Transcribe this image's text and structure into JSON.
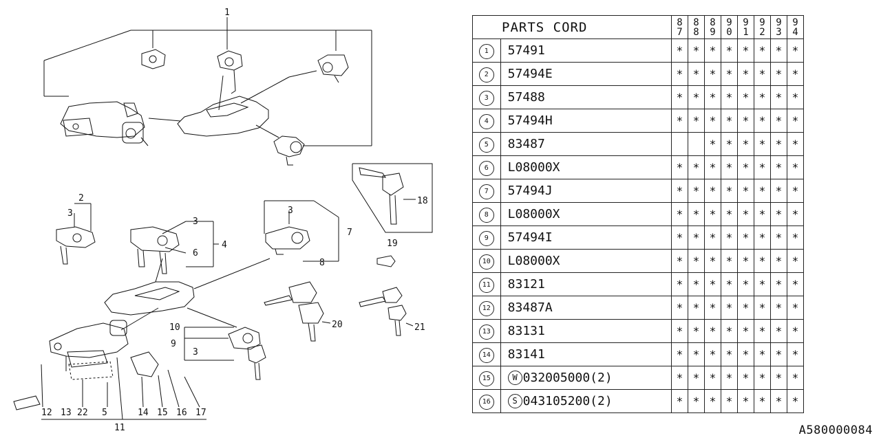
{
  "table": {
    "title": "PARTS CORD",
    "years": [
      [
        "8",
        "7"
      ],
      [
        "8",
        "8"
      ],
      [
        "8",
        "9"
      ],
      [
        "9",
        "0"
      ],
      [
        "9",
        "1"
      ],
      [
        "9",
        "2"
      ],
      [
        "9",
        "3"
      ],
      [
        "9",
        "4"
      ]
    ],
    "rows": [
      {
        "no": "1",
        "prefix": "",
        "part": "57491",
        "marks": [
          "*",
          "*",
          "*",
          "*",
          "*",
          "*",
          "*",
          "*"
        ]
      },
      {
        "no": "2",
        "prefix": "",
        "part": "57494E",
        "marks": [
          "*",
          "*",
          "*",
          "*",
          "*",
          "*",
          "*",
          "*"
        ]
      },
      {
        "no": "3",
        "prefix": "",
        "part": "57488",
        "marks": [
          "*",
          "*",
          "*",
          "*",
          "*",
          "*",
          "*",
          "*"
        ]
      },
      {
        "no": "4",
        "prefix": "",
        "part": "57494H",
        "marks": [
          "*",
          "*",
          "*",
          "*",
          "*",
          "*",
          "*",
          "*"
        ]
      },
      {
        "no": "5",
        "prefix": "",
        "part": "83487",
        "marks": [
          "",
          "",
          "*",
          "*",
          "*",
          "*",
          "*",
          "*"
        ]
      },
      {
        "no": "6",
        "prefix": "",
        "part": "L08000X",
        "marks": [
          "*",
          "*",
          "*",
          "*",
          "*",
          "*",
          "*",
          "*"
        ]
      },
      {
        "no": "7",
        "prefix": "",
        "part": "57494J",
        "marks": [
          "*",
          "*",
          "*",
          "*",
          "*",
          "*",
          "*",
          "*"
        ]
      },
      {
        "no": "8",
        "prefix": "",
        "part": "L08000X",
        "marks": [
          "*",
          "*",
          "*",
          "*",
          "*",
          "*",
          "*",
          "*"
        ]
      },
      {
        "no": "9",
        "prefix": "",
        "part": "57494I",
        "marks": [
          "*",
          "*",
          "*",
          "*",
          "*",
          "*",
          "*",
          "*"
        ]
      },
      {
        "no": "10",
        "prefix": "",
        "part": "L08000X",
        "marks": [
          "*",
          "*",
          "*",
          "*",
          "*",
          "*",
          "*",
          "*"
        ]
      },
      {
        "no": "11",
        "prefix": "",
        "part": "83121",
        "marks": [
          "*",
          "*",
          "*",
          "*",
          "*",
          "*",
          "*",
          "*"
        ]
      },
      {
        "no": "12",
        "prefix": "",
        "part": "83487A",
        "marks": [
          "*",
          "*",
          "*",
          "*",
          "*",
          "*",
          "*",
          "*"
        ]
      },
      {
        "no": "13",
        "prefix": "",
        "part": "83131",
        "marks": [
          "*",
          "*",
          "*",
          "*",
          "*",
          "*",
          "*",
          "*"
        ]
      },
      {
        "no": "14",
        "prefix": "",
        "part": "83141",
        "marks": [
          "*",
          "*",
          "*",
          "*",
          "*",
          "*",
          "*",
          "*"
        ]
      },
      {
        "no": "15",
        "prefix": "W",
        "part": "032005000(2)",
        "marks": [
          "*",
          "*",
          "*",
          "*",
          "*",
          "*",
          "*",
          "*"
        ]
      },
      {
        "no": "16",
        "prefix": "S",
        "part": "043105200(2)",
        "marks": [
          "*",
          "*",
          "*",
          "*",
          "*",
          "*",
          "*",
          "*"
        ]
      }
    ]
  },
  "diagram": {
    "callouts": {
      "c1": "1",
      "c2": "2",
      "c3a": "3",
      "c3b": "3",
      "c3c": "3",
      "c3d": "3",
      "c4": "4",
      "c5": "5",
      "c6": "6",
      "c7": "7",
      "c8": "8",
      "c9": "9",
      "c10": "10",
      "c11": "11",
      "c12": "12",
      "c13": "13",
      "c14": "14",
      "c15": "15",
      "c16": "16",
      "c17": "17",
      "c18": "18",
      "c19": "19",
      "c20": "20",
      "c21": "21",
      "c22": "22"
    }
  },
  "document_code": "A580000084"
}
